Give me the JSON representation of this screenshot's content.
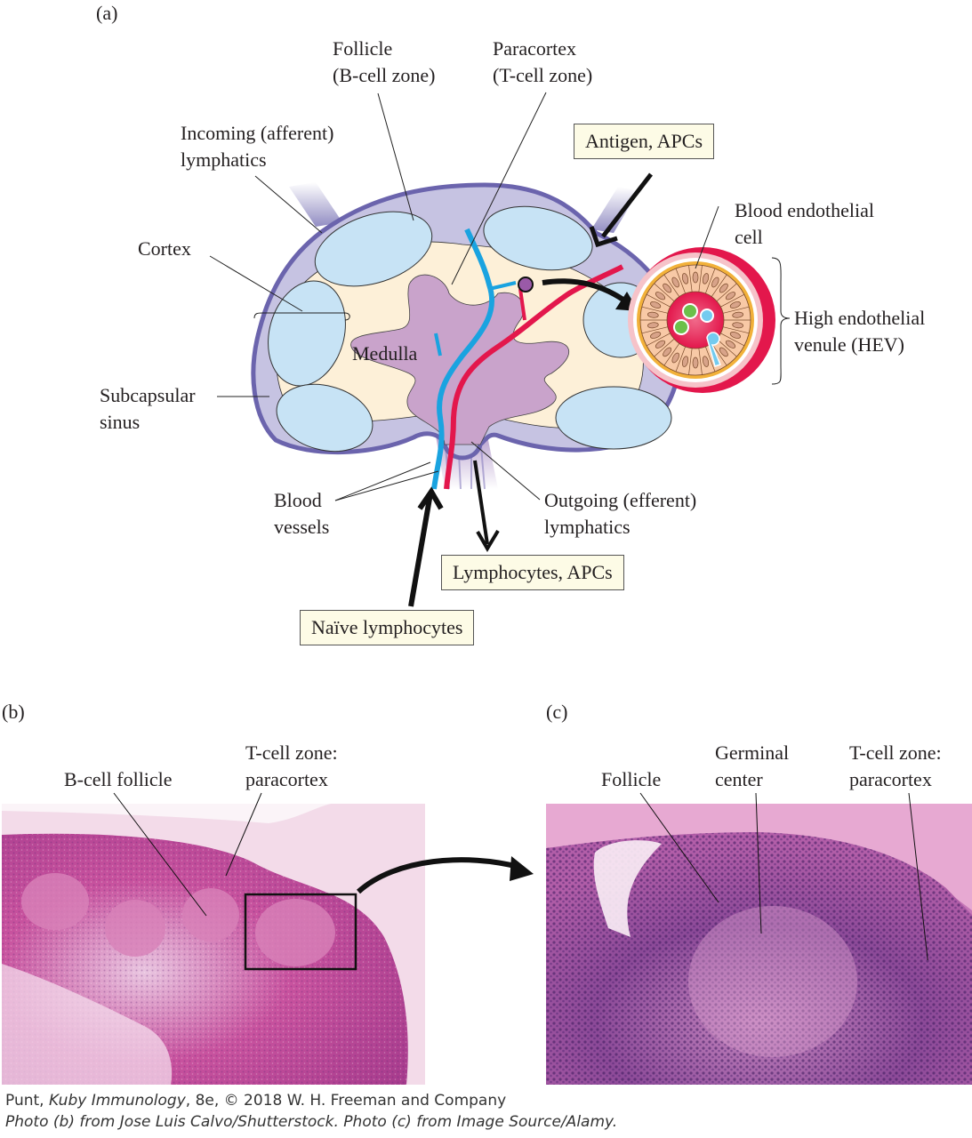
{
  "figure": {
    "panel_a": {
      "tag": "(a)",
      "labels": {
        "follicle": [
          "Follicle",
          "(B-cell zone)"
        ],
        "paracortex": [
          "Paracortex",
          "(T-cell zone)"
        ],
        "incoming": [
          "Incoming (afferent)",
          "lymphatics"
        ],
        "cortex": [
          "Cortex"
        ],
        "subcapsular": [
          "Subcapsular",
          "sinus"
        ],
        "medulla": "Medulla",
        "blood_endothelial": [
          "Blood endothelial",
          "cell"
        ],
        "hev": [
          "High endothelial",
          "venule (HEV)"
        ],
        "blood_vessels": [
          "Blood",
          "vessels"
        ],
        "outgoing": [
          "Outgoing (efferent)",
          "lymphatics"
        ]
      },
      "callouts": {
        "antigen": "Antigen, APCs",
        "lymphocytes_out": "Lymphocytes, APCs",
        "naive_in": "Naïve lymphocytes"
      }
    },
    "panel_b": {
      "tag": "(b)",
      "labels": {
        "b_follicle": "B-cell follicle",
        "t_zone": [
          "T-cell zone:",
          "paracortex"
        ]
      }
    },
    "panel_c": {
      "tag": "(c)",
      "labels": {
        "follicle": "Follicle",
        "germinal": [
          "Germinal",
          "center"
        ],
        "t_zone": [
          "T-cell zone:",
          "paracortex"
        ]
      }
    },
    "credits": {
      "line1_author": "Punt, ",
      "line1_title": "Kuby Immunology",
      "line1_rest": ", 8e, © 2018 W. H. Freeman and Company",
      "line2": "Photo (b) from Jose Luis Calvo/Shutterstock. Photo (c) from Image Source/Alamy."
    },
    "colors": {
      "capsule": "#7e78b8",
      "sinus": "#c6c3e2",
      "follicle": "#c7e3f5",
      "paracortex": "#fdf0d8",
      "medulla": "#c9a3cb",
      "artery": "#e3174c",
      "vein": "#1aa3e0",
      "callout_bg": "#fdfbe6"
    }
  }
}
